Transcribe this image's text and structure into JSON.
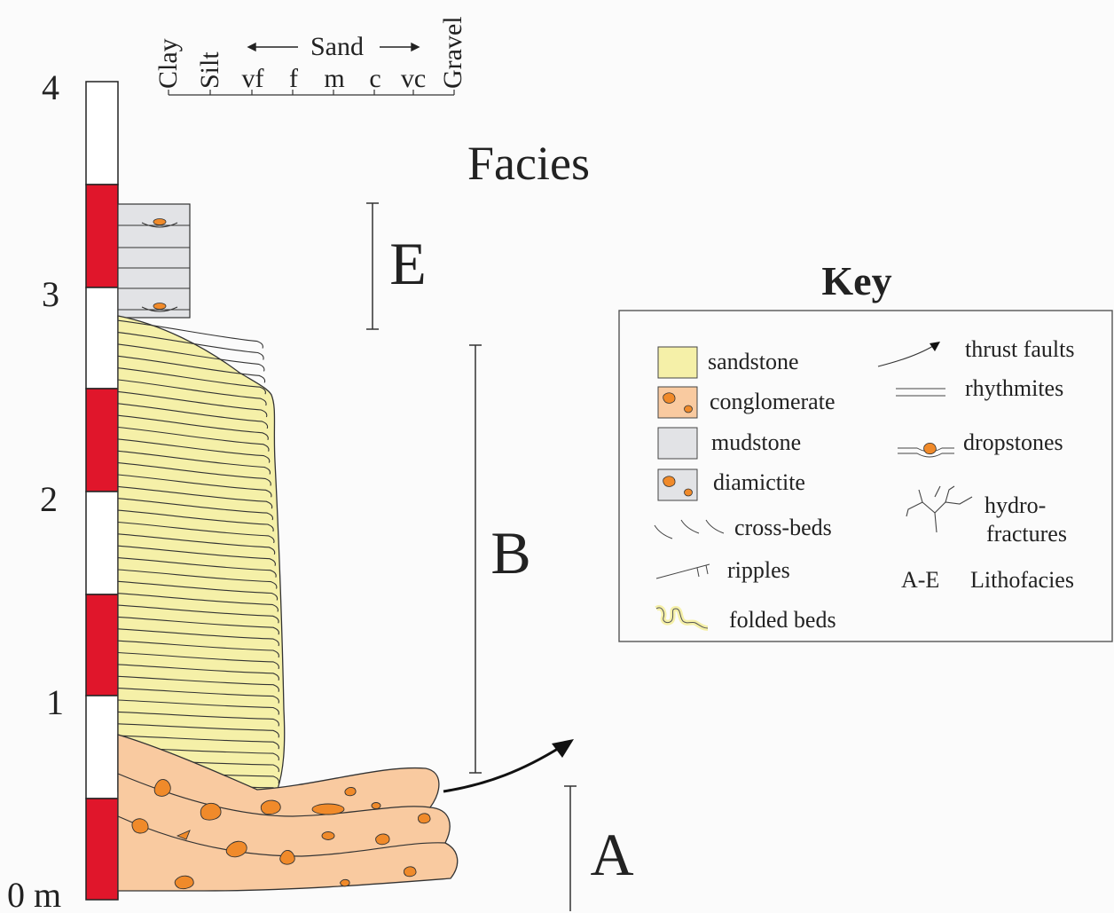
{
  "scale": {
    "labels": [
      "0 m",
      "1",
      "2",
      "3",
      "4"
    ],
    "colors": {
      "red": "#e0162b",
      "white": "#ffffff"
    }
  },
  "grain_size": {
    "ticks": [
      "Clay",
      "Silt",
      "vf",
      "f",
      "m",
      "c",
      "vc",
      "Gravel"
    ],
    "sand_label": "Sand"
  },
  "facies": {
    "title": "Facies",
    "intervals": [
      {
        "label": "A"
      },
      {
        "label": "B"
      },
      {
        "label": "E"
      }
    ]
  },
  "key": {
    "title": "Key",
    "items": [
      {
        "id": "sandstone",
        "label": "sandstone"
      },
      {
        "id": "conglomerate",
        "label": "conglomerate"
      },
      {
        "id": "mudstone",
        "label": "mudstone"
      },
      {
        "id": "diamictite",
        "label": "diamictite"
      },
      {
        "id": "cross-beds",
        "label": "cross-beds"
      },
      {
        "id": "ripples",
        "label": "ripples"
      },
      {
        "id": "folded-beds",
        "label": "folded beds"
      },
      {
        "id": "thrust-faults",
        "label": "thrust faults"
      },
      {
        "id": "rhythmites",
        "label": "rhythmites"
      },
      {
        "id": "dropstones",
        "label": "dropstones"
      },
      {
        "id": "hydrofractures",
        "label": "hydro-",
        "label2": "fractures"
      },
      {
        "id": "lithofacies",
        "code": "A-E",
        "label": "Lithofacies"
      }
    ]
  },
  "colors": {
    "sandstone": "#f5f0a8",
    "conglomerate": "#f9caa0",
    "clast": "#f08a2a",
    "mudstone": "#e2e3e6"
  }
}
